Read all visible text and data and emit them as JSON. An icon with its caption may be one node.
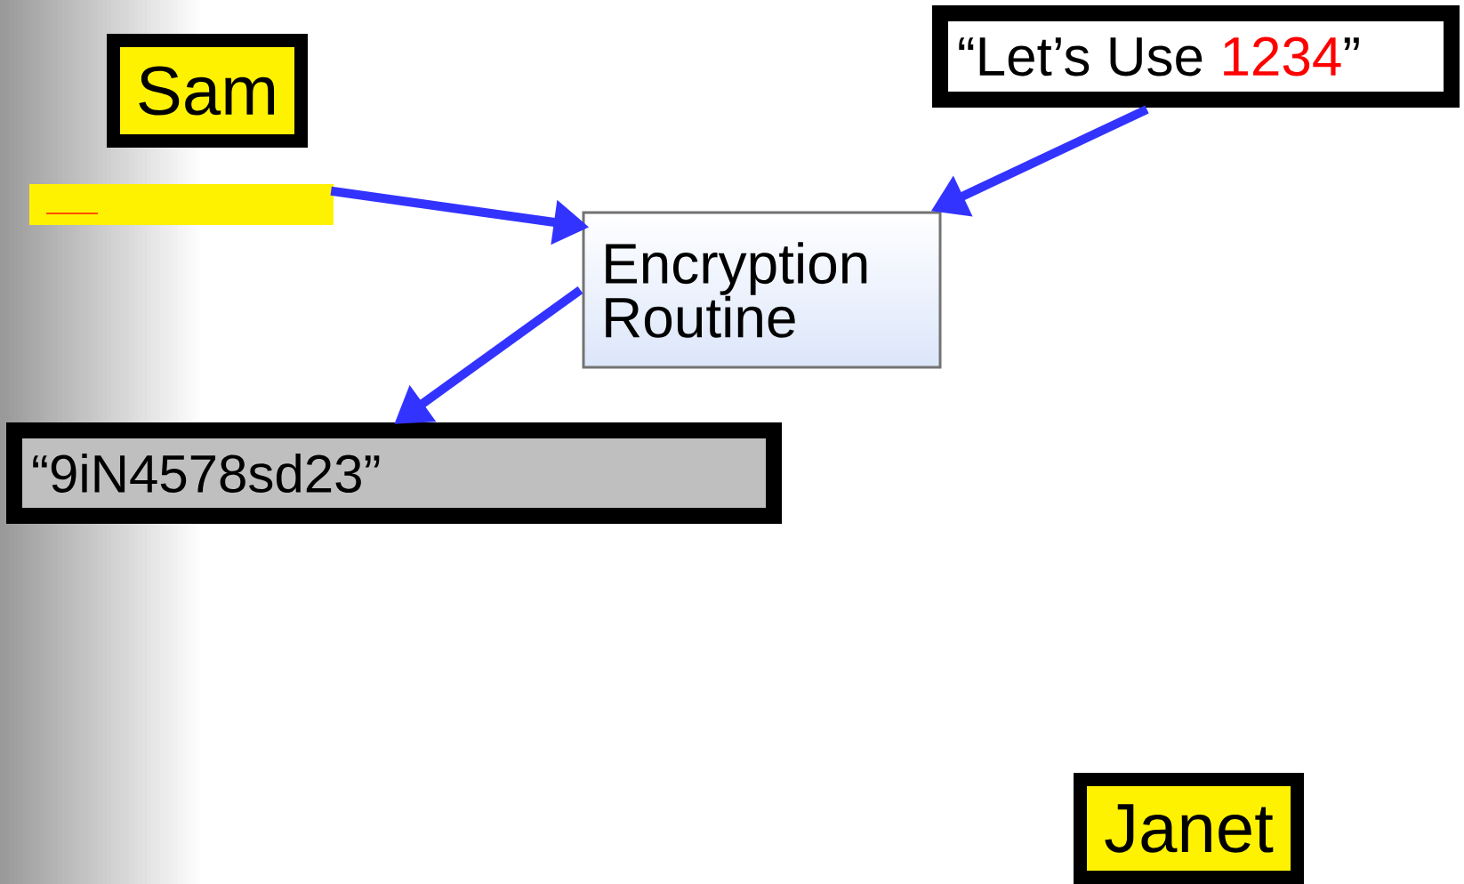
{
  "diagram": {
    "nodes": [
      {
        "text": [
          "Sam"
        ]
      },
      {
        "text": [],
        "shape": "bar"
      },
      {
        "text": [
          "“Let’s Use",
          "1234",
          "”"
        ]
      },
      {
        "text": [
          "Encryption Routine"
        ]
      },
      {
        "text": [
          "“9iN4578sd23”"
        ]
      },
      {
        "text": [
          "Janet"
        ]
      }
    ],
    "edges": [
      {
        "from": 1,
        "to": 3,
        "arrow": "to"
      },
      {
        "from": 2,
        "to": 3,
        "arrow": "to"
      },
      {
        "from": 3,
        "to": 4,
        "arrow": "to"
      }
    ]
  }
}
